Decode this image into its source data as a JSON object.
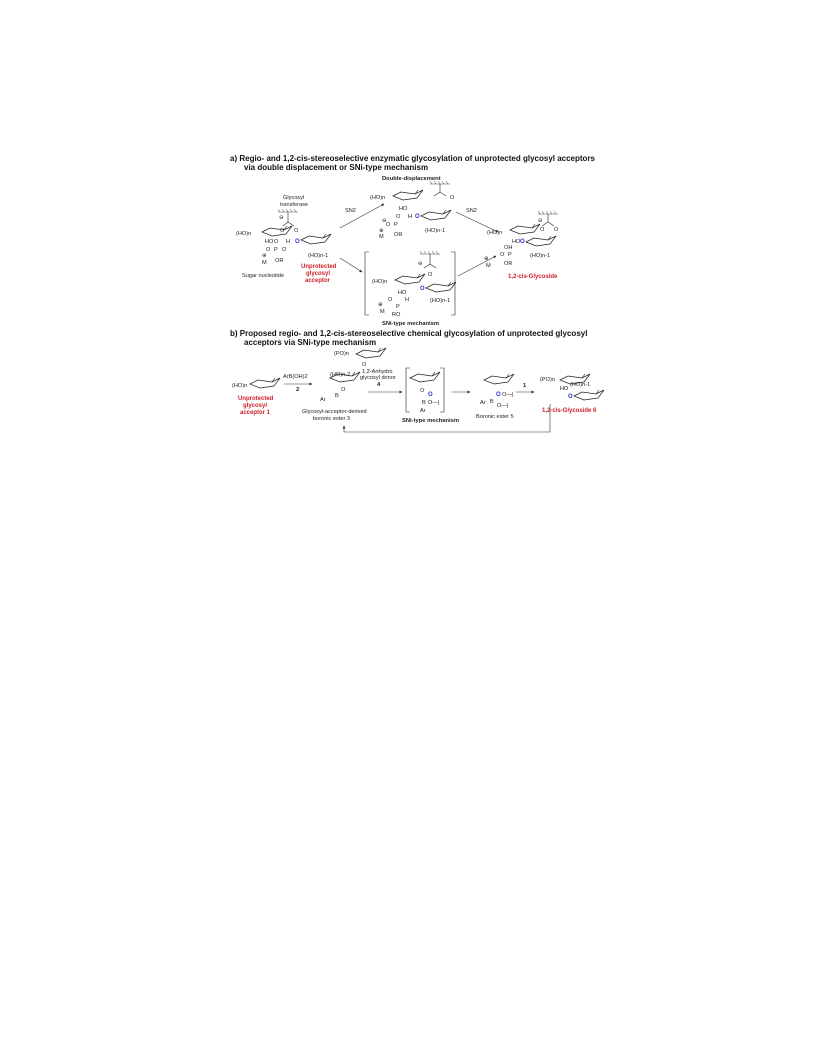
{
  "panel_a": {
    "heading_line1": "a) Regio- and 1,2-cis-stereoselective enzymatic glycosylation of unprotected glycosyl acceptors",
    "heading_line2": "via double displacement or SNi-type mechanism",
    "double_displacement_label": "Double-displacement",
    "enzyme_label_line1": "Glycosyl",
    "enzyme_label_line2": "transferase",
    "sn2_first": "SN2",
    "sn2_second": "SN2",
    "sugar_nucleotide": "Sugar nucleotide",
    "acceptor_label_line1": "Unprotected",
    "acceptor_label_line2": "glycosyl",
    "acceptor_label_line3": "acceptor",
    "product_label": "1,2-cis-Glycoside",
    "sni_mechanism": "SNi-type mechanism",
    "group_hon": "(HO)n",
    "group_hon1": "(HO)n-1",
    "group_ho": "HO",
    "group_o": "O",
    "group_h": "H",
    "group_p": "P",
    "group_or": "OR",
    "group_ro": "RO",
    "group_m": "M",
    "group_oh": "OH",
    "group_minus": "⊖",
    "group_plus": "⊕"
  },
  "panel_b": {
    "heading_line1": "b) Proposed regio- and 1,2-cis-stereoselective chemical glycosylation of unprotected glycosyl",
    "heading_line2": "acceptors via SNi-type mechanism",
    "reagent_boronic_acid": "ArB(OH)2",
    "reagent_2": "2",
    "donor_line1": "1,2-Anhydro",
    "donor_line2": "glycosyl donor",
    "reagent_4": "4",
    "reagent_1": "1",
    "acceptor_line1": "Unprotected",
    "acceptor_line2": "glycosyl",
    "acceptor_line3": "acceptor 1",
    "ester3_line1": "Glycosyl-acceptor-derived",
    "ester3_line2": "boronic ester 3",
    "sni_mechanism": "SNi-type mechanism",
    "ester5": "Boronic ester 5",
    "product": "1,2-cis-Glycoside 6",
    "group_ho_n": "(HO)n",
    "group_po_n": "(PO)n",
    "group_ho_n2": "(HO)n-2",
    "group_ho_n1": "(HO)n-1",
    "group_ho": "HO",
    "group_ar": "Ar",
    "group_b": "B",
    "group_o": "O",
    "group_ring_fragment": "O—|"
  },
  "colors": {
    "highlight_red": "#d0202a",
    "highlight_blue": "#2a35d8",
    "ink": "#222222"
  }
}
